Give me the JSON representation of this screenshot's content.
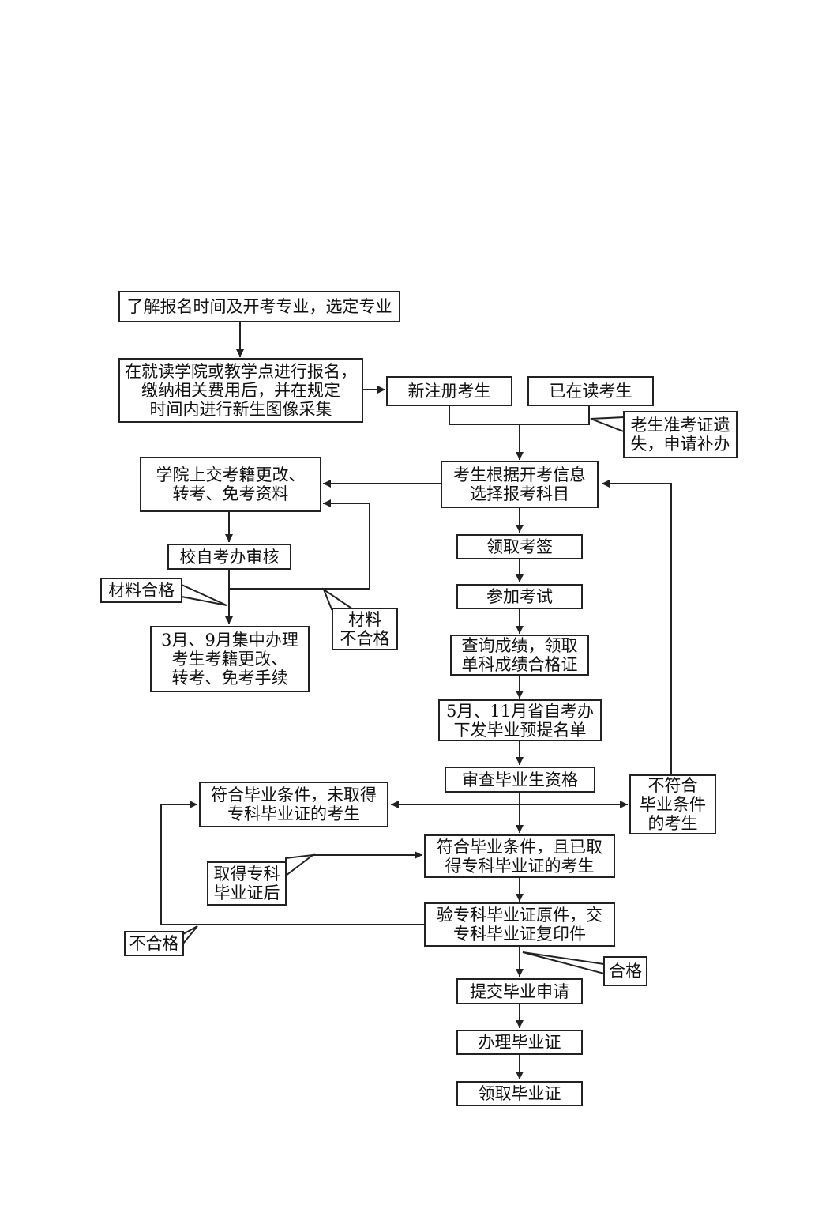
{
  "nodes": {
    "learn_schedule": "了解报名时间及开考专业，选定专业",
    "register_at_college": "在就读学院或教学点进行报名，\n缴纳相关费用后，并在规定\n时间内进行新生图像采集",
    "new_student": "新注册考生",
    "current_student": "已在读考生",
    "lost_admission_card": "老生准考证遗\n失，申请补办",
    "choose_subjects": "考生根据开考信息\n选择报考科目",
    "college_submit": "学院上交考籍更改、\n转考、免考资料",
    "school_review": "校自考办审核",
    "material_ok": "材料合格",
    "material_fail": "材料\n不合格",
    "handle_procedures": "3月、9月集中办理\n考生考籍更改、\n转考、免考手续",
    "receive_ticket": "领取考签",
    "take_exam": "参加考试",
    "check_scores": "查询成绩，领取\n单科成绩合格证",
    "pre_graduation_list": "5月、11月省自考办\n下发毕业预提名单",
    "review_qualification": "审查毕业生资格",
    "qualified_no_diploma": "符合毕业条件，未取得\n专科毕业证的考生",
    "not_qualified": "不符合\n毕业条件\n的考生",
    "qualified_with_diploma": "符合毕业条件，且已取\n得专科毕业证的考生",
    "after_diploma": "取得专科\n毕业证后",
    "verify_diploma": "验专科毕业证原件，交\n专科毕业证复印件",
    "fail": "不合格",
    "pass": "合格",
    "submit_application": "提交毕业申请",
    "process_certificate": "办理毕业证",
    "receive_certificate": "领取毕业证"
  }
}
